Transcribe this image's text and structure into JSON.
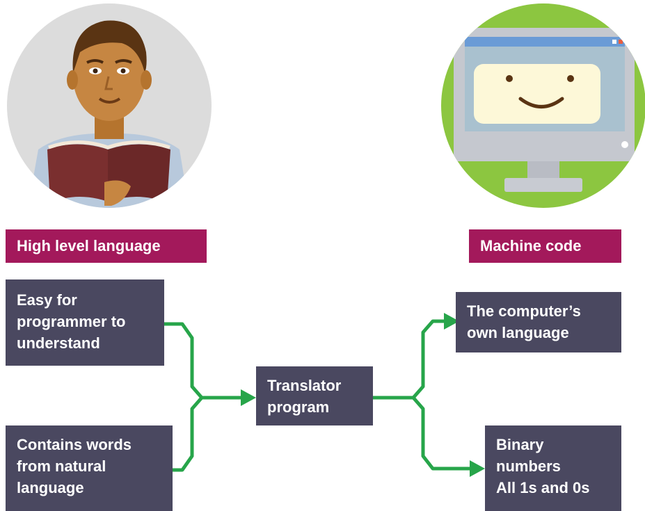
{
  "labels": {
    "high_level": "High level language",
    "machine_code": "Machine code"
  },
  "left_boxes": {
    "easy": [
      "Easy for",
      "programmer to",
      "understand"
    ],
    "contains": [
      "Contains words",
      "from natural",
      "language"
    ]
  },
  "center_box": [
    "Translator",
    "program"
  ],
  "right_boxes": {
    "computer": [
      "The computer’s",
      "own language"
    ],
    "binary": [
      "Binary",
      "numbers",
      "All 1s and 0s"
    ]
  },
  "colors": {
    "label_bg": "#a3195b",
    "box_bg": "#4a4860",
    "arrow": "#27a54a",
    "person_circle": "#dcdcdc",
    "computer_circle": "#8cc640"
  },
  "icons": {
    "person": "person-reading-book-icon",
    "computer": "smiling-computer-monitor-icon"
  }
}
